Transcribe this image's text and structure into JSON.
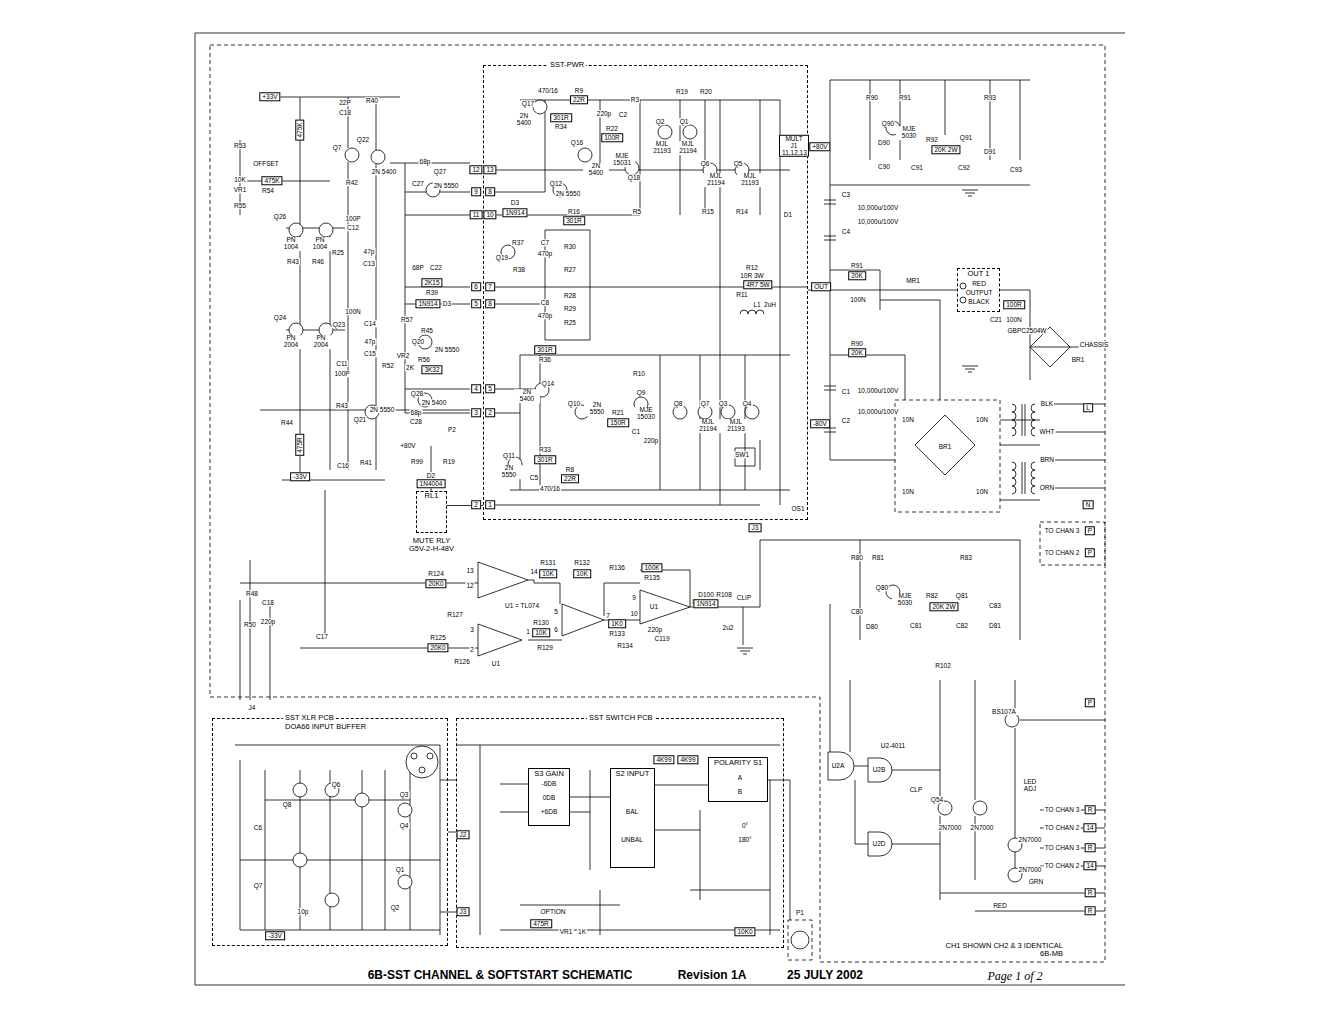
{
  "diagram": {
    "title": "6B-SST CHANNEL & SOFTSTART SCHEMATIC",
    "nodes": [
      {
        "text": [
          "CH1 SHOWN CH2 & 3 IDENTICAL",
          "6B-MB"
        ]
      },
      {
        "text": [
          "SST-PWR"
        ],
        "in": 0
      },
      {
        "text": [
          "RL1",
          "MUTE RLY",
          "G5V-2-H-48V"
        ],
        "in": 0
      },
      {
        "text": [
          "SST XLR PCB",
          "DOA66 INPUT BUFFER"
        ]
      },
      {
        "text": [
          "SST SWITCH PCB"
        ]
      },
      {
        "text": [
          "S3 GAIN"
        ],
        "in": 4
      },
      {
        "text": [
          "S2 INPUT"
        ],
        "in": 4
      },
      {
        "text": [
          "POLARITY S1"
        ],
        "in": 4
      },
      {
        "text": [
          "OUT 1"
        ],
        "in": 0
      }
    ],
    "edges": [
      {
        "from": 2,
        "to": 1,
        "arrow": "none"
      },
      {
        "from": 1,
        "to": 8,
        "arrow": "none"
      },
      {
        "from": 3,
        "to": 4,
        "arrow": "none"
      },
      {
        "from": 5,
        "to": 6,
        "arrow": "none"
      },
      {
        "from": 6,
        "to": 7,
        "arrow": "none"
      }
    ],
    "labels": [
      "+33V",
      "22P",
      "R40",
      "C18",
      "475K",
      "R53",
      "OFFSET",
      "475K",
      "10K",
      "VR1",
      "R54",
      "R55",
      "Q7",
      "Q22",
      "2N 5400",
      "R42",
      "100P",
      "C12",
      "Q26",
      "PN 1004",
      "PN 1004",
      "R25",
      "R43",
      "R46",
      "47p",
      "C13",
      "Q24",
      "PN 2004",
      "PN 2004",
      "Q23",
      "100N",
      "C14",
      "47p",
      "C15",
      "C11",
      "100P",
      "R52",
      "R43",
      "Q21",
      "2N 5550",
      "475R",
      "R44",
      "C16",
      "R41",
      "-33V",
      "68p",
      "Q27",
      "C27",
      "2N 5550",
      "68P",
      "C22",
      "2K15",
      "R39",
      "1N914",
      "D3",
      "R57",
      "R45",
      "Q20",
      "2N 5550",
      "VR2",
      "R56",
      "2K",
      "3K32",
      "Q28",
      "2N 5400",
      "68p",
      "C28",
      "P2",
      "+80V",
      "R99",
      "R19",
      "D2",
      "1N4004",
      "12",
      "13",
      "9",
      "8",
      "11",
      "10",
      "6",
      "7",
      "5",
      "8",
      "4",
      "5",
      "3",
      "2",
      "2",
      "1",
      "470/16",
      "R9",
      "22R",
      "Q17",
      "2N 5400",
      "301R",
      "R34",
      "R3",
      "R19",
      "R20",
      "220p",
      "C2",
      "Q2",
      "Q1",
      "MJL 21193",
      "MJL 21194",
      "100R",
      "R22",
      "Q16",
      "2N 5400",
      "MJE 15031",
      "Q18",
      "Q6",
      "Q5",
      "MJL 21194",
      "MJL 21193",
      "Q12",
      "2N 5550",
      "R5",
      "R15",
      "R14",
      "R16",
      "301R",
      "D1",
      "D3",
      "1N914",
      "Q19",
      "R37",
      "R38",
      "C7",
      "470p",
      "R30",
      "R27",
      "R28",
      "C8",
      "470p",
      "R29",
      "R25",
      "301R",
      "R36",
      "Q14",
      "2N 5400",
      "R10",
      "Q10",
      "2N 5550",
      "R21",
      "150R",
      "C1",
      "220p",
      "Q9",
      "MJE 15030",
      "Q8",
      "Q7",
      "Q3",
      "Q4",
      "MJL 21194",
      "MJL 21193",
      "Q11",
      "2N 5550",
      "R33",
      "301R",
      "C5",
      "470/16",
      "R8",
      "22R",
      "SW1",
      "J3",
      "OS1",
      "MULT J1 11,12,13",
      "+80V",
      "R90",
      "R91",
      "Q90",
      "MJE 5030",
      "D90",
      "R92",
      "20K 2W",
      "Q91",
      "C90",
      "C91",
      "C92",
      "R93",
      "D91",
      "C93",
      "C3",
      "10,000u/100V",
      "10,000u/100V",
      "C4",
      "R12",
      "10R 3W",
      "4R7 5W",
      "R11",
      "L1",
      "2uH",
      "OUT",
      "R91",
      "20K",
      "MR1",
      "RED",
      "OUTPUT",
      "BLACK",
      "100N",
      "100R",
      "C21",
      "100N",
      "GBPC2504W",
      "BR1",
      "CHASSIS",
      "R90",
      "20K",
      "C1",
      "10,000u/100V",
      "10,000u/100V",
      "C2",
      "-80V",
      "BR1",
      "10N",
      "10N",
      "10N",
      "10N",
      "BLK",
      "WHT",
      "BRN",
      "ORN",
      "L",
      "N",
      "TO CHAN 3",
      "TO CHAN 2",
      "P",
      "P",
      "P",
      "TO CHAN 3",
      "TO CHAN 2",
      "TO CHAN 3",
      "TO CHAN 2",
      "R",
      "14",
      "R",
      "14",
      "R",
      "R",
      "GRN",
      "RED",
      "R80",
      "R81",
      "Q80",
      "MJE 5030",
      "R82",
      "20K 2W",
      "Q81",
      "C80",
      "D80",
      "C81",
      "C82",
      "R83",
      "C83",
      "D81",
      "R124",
      "20K0",
      "R127",
      "R125",
      "20K0",
      "R126",
      "13",
      "12",
      "14",
      "U1 = TL074",
      "R131",
      "10K",
      "R132",
      "10K",
      "5",
      "6",
      "7",
      "R130",
      "10K",
      "3",
      "2",
      "1",
      "R129",
      "U1",
      "R136",
      "100K",
      "R135",
      "9",
      "10",
      "8",
      "1K0",
      "R133",
      "R134",
      "U1",
      "220p",
      "C119",
      "D100",
      "1N914",
      "R108",
      "CLIP",
      "2u2",
      "R48",
      "C18",
      "220p",
      "R50",
      "C17",
      "R102",
      "U2A",
      "U2-4011",
      "U2B",
      "U2D",
      "CLP",
      "BS107A",
      "Q54",
      "2N7000",
      "2N7000",
      "LED ADJ",
      "2N7000",
      "2N7000",
      "Revision 1A",
      "25 JULY 2002",
      "Page 1 of 2",
      "Q6",
      "Q8",
      "Q3",
      "Q4",
      "Q7",
      "Q1",
      "Q2",
      "-33V",
      "10p",
      "C6",
      "J4",
      "J2",
      "J3",
      "-6DB",
      "0DB",
      "+6DB",
      "BAL",
      "UNBAL",
      "A",
      "B",
      "0°",
      "180°",
      "OPTION",
      "VR1",
      "1K",
      "475R",
      "10K0",
      "4K99",
      "4K99",
      "P1"
    ]
  }
}
